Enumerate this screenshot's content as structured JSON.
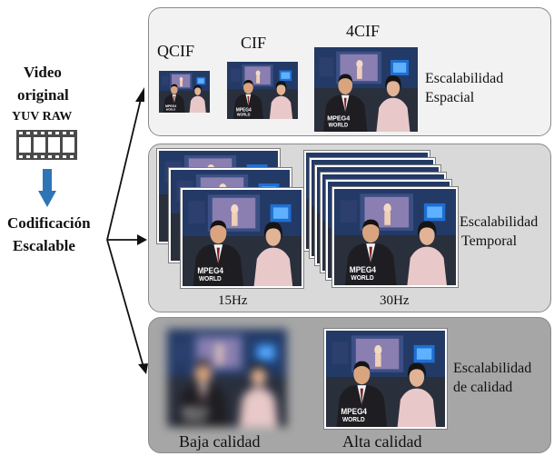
{
  "left": {
    "input_title_line1": "Video",
    "input_title_line2": "original",
    "input_format": "YUV RAW",
    "process_line1": "Codificación",
    "process_line2": "Escalable"
  },
  "spatial": {
    "label_line1": "Escalabilidad",
    "label_line2": "Espacial",
    "sizes": [
      "QCIF",
      "CIF",
      "4CIF"
    ]
  },
  "temporal": {
    "label_line1": "Escalabilidad",
    "label_line2": "Temporal",
    "rates": [
      "15Hz",
      "30Hz"
    ]
  },
  "quality": {
    "label_line1": "Escalabilidad",
    "label_line2": "de calidad",
    "low": "Baja calidad",
    "high": "Alta calidad"
  },
  "frame_caption": {
    "line1": "MPEG4",
    "line2": "WORLD"
  },
  "colors": {
    "spatial_panel_bg": "#f2f2f2",
    "temporal_panel_bg": "#d9d9d9",
    "quality_panel_bg": "#a6a6a6",
    "process_arrow": "#2e75b6"
  }
}
